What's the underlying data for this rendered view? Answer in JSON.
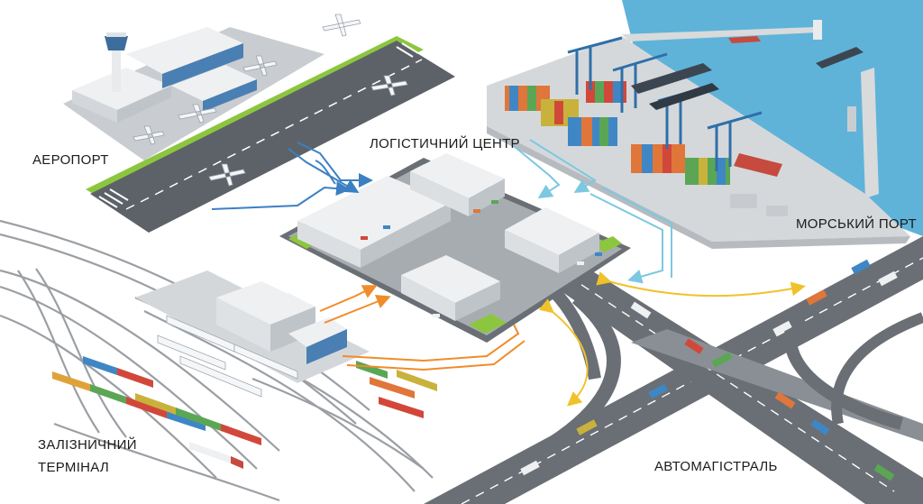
{
  "labels": {
    "airport": "АЕРОПОРТ",
    "logistics": "ЛОГІСТИЧНИЙ ЦЕНТР",
    "seaport": "МОРСЬКИЙ ПОРТ",
    "rail_line1": "ЗАЛІЗНИЧНИЙ",
    "rail_line2": "ТЕРМІНАЛ",
    "highway": "АВТОМАГІСТРАЛЬ"
  },
  "colors": {
    "sea": "#5fb3d9",
    "grass": "#8cc63f",
    "runway": "#5d6268",
    "ground": "#dcdee0",
    "flow_air": "#3a80c3",
    "flow_sea": "#7cc8e0",
    "flow_rail": "#f08c2a",
    "flow_road": "#f0c22a"
  }
}
